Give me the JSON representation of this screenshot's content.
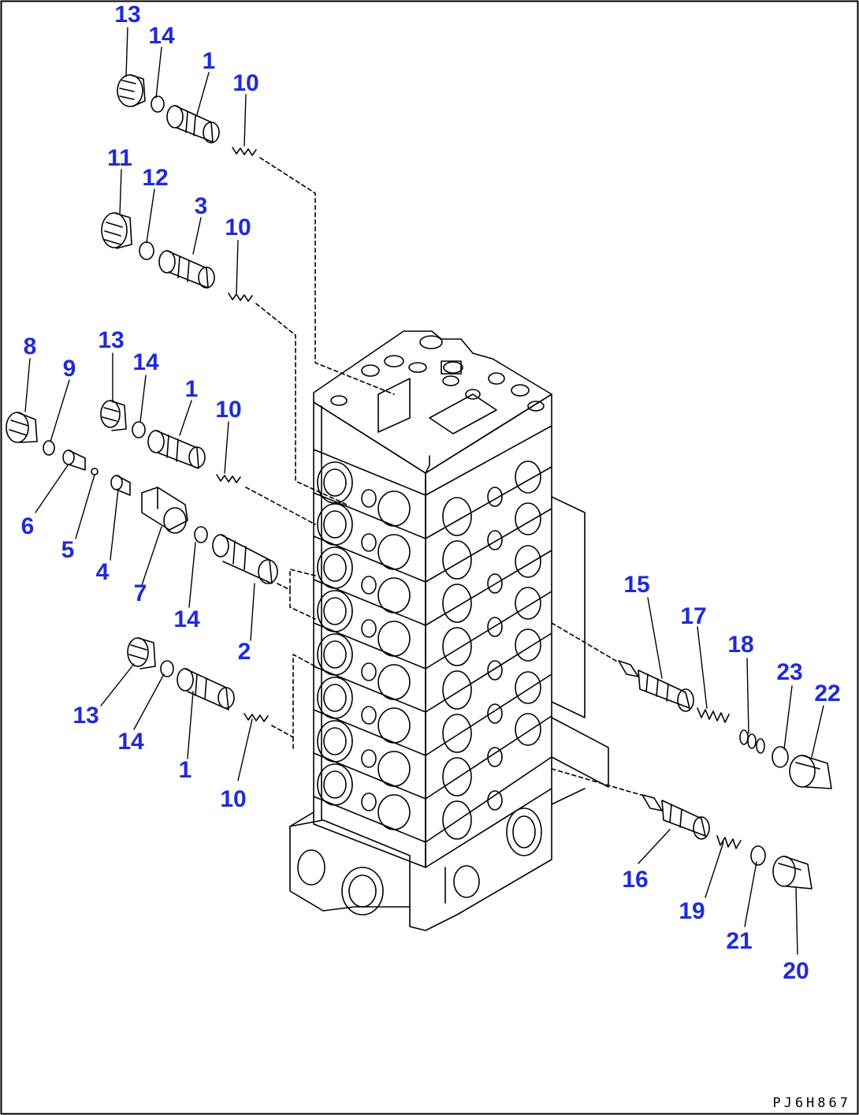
{
  "diagram": {
    "drawing_code": "PJ6H867",
    "ink_color": "#000000",
    "callout_color": "#1f2bd6",
    "callouts": [
      {
        "id": "c-13-a",
        "text": "13"
      },
      {
        "id": "c-14-a",
        "text": "14"
      },
      {
        "id": "c-1-a",
        "text": "1"
      },
      {
        "id": "c-10-a",
        "text": "10"
      },
      {
        "id": "c-11",
        "text": "11"
      },
      {
        "id": "c-12",
        "text": "12"
      },
      {
        "id": "c-3",
        "text": "3"
      },
      {
        "id": "c-10-b",
        "text": "10"
      },
      {
        "id": "c-8",
        "text": "8"
      },
      {
        "id": "c-9",
        "text": "9"
      },
      {
        "id": "c-13-b",
        "text": "13"
      },
      {
        "id": "c-14-b",
        "text": "14"
      },
      {
        "id": "c-1-b",
        "text": "1"
      },
      {
        "id": "c-10-c",
        "text": "10"
      },
      {
        "id": "c-6",
        "text": "6"
      },
      {
        "id": "c-5",
        "text": "5"
      },
      {
        "id": "c-4",
        "text": "4"
      },
      {
        "id": "c-7",
        "text": "7"
      },
      {
        "id": "c-14-c",
        "text": "14"
      },
      {
        "id": "c-2",
        "text": "2"
      },
      {
        "id": "c-13-c",
        "text": "13"
      },
      {
        "id": "c-14-d",
        "text": "14"
      },
      {
        "id": "c-1-c",
        "text": "1"
      },
      {
        "id": "c-10-d",
        "text": "10"
      },
      {
        "id": "c-15",
        "text": "15"
      },
      {
        "id": "c-17",
        "text": "17"
      },
      {
        "id": "c-18",
        "text": "18"
      },
      {
        "id": "c-23",
        "text": "23"
      },
      {
        "id": "c-22",
        "text": "22"
      },
      {
        "id": "c-16",
        "text": "16"
      },
      {
        "id": "c-19",
        "text": "19"
      },
      {
        "id": "c-21",
        "text": "21"
      },
      {
        "id": "c-20",
        "text": "20"
      }
    ]
  }
}
